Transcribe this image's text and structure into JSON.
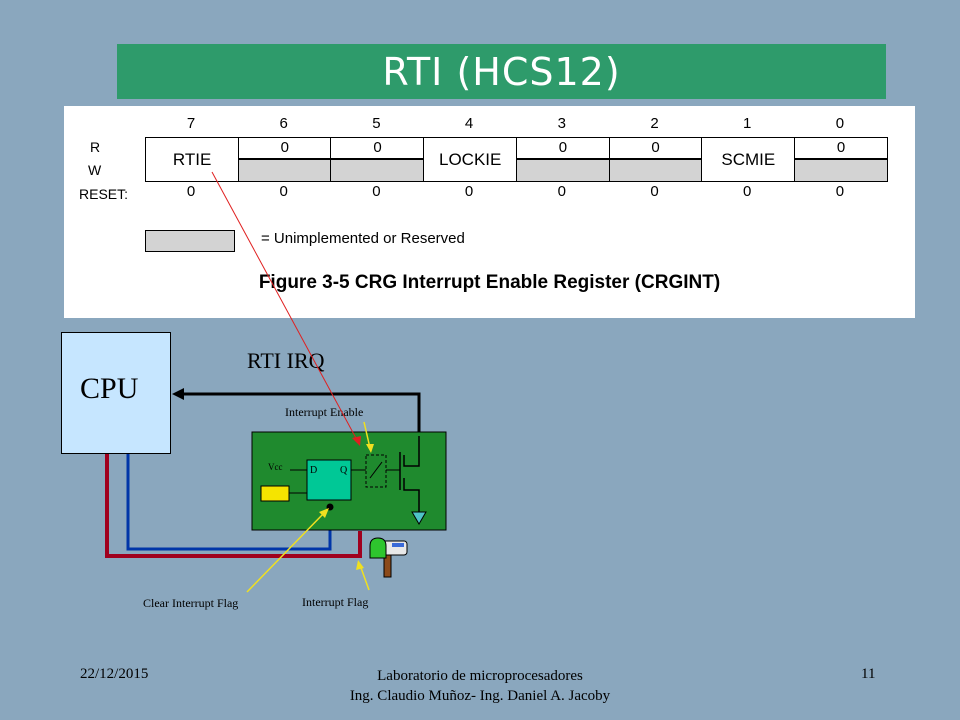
{
  "title": "RTI (HCS12)",
  "register": {
    "bit_numbers": [
      "7",
      "6",
      "5",
      "4",
      "3",
      "2",
      "1",
      "0"
    ],
    "row_labels": {
      "read": "R",
      "write": "W",
      "reset": "RESET:"
    },
    "bits": [
      {
        "name": "RTIE",
        "implemented": true,
        "read_value": ""
      },
      {
        "name": "",
        "implemented": false,
        "read_value": "0"
      },
      {
        "name": "",
        "implemented": false,
        "read_value": "0"
      },
      {
        "name": "LOCKIE",
        "implemented": true,
        "read_value": ""
      },
      {
        "name": "",
        "implemented": false,
        "read_value": "0"
      },
      {
        "name": "",
        "implemented": false,
        "read_value": "0"
      },
      {
        "name": "SCMIE",
        "implemented": true,
        "read_value": ""
      },
      {
        "name": "",
        "implemented": false,
        "read_value": "0"
      }
    ],
    "reset_values": [
      "0",
      "0",
      "0",
      "0",
      "0",
      "0",
      "0",
      "0"
    ],
    "legend_text": "= Unimplemented or Reserved",
    "caption": "Figure 3-5  CRG Interrupt Enable Register (CRGINT)"
  },
  "diagram": {
    "cpu_label": "CPU",
    "irq_label": "RTI  IRQ",
    "interrupt_enable_label": "Interrupt Enable",
    "clear_flag_label": "Clear Interrupt Flag",
    "interrupt_flag_label": "Interrupt Flag",
    "vcc_label": "Vcc",
    "ff_d_label": "D",
    "ff_q_label": "Q"
  },
  "colors": {
    "background": "#8aa7be",
    "title_bar": "#2e9b6b",
    "circuit_board": "#1f8a2e",
    "flipflop": "#00c896",
    "cpu_box": "#c6e6ff",
    "wire_red": "#a0001e",
    "wire_blue": "#0035a8",
    "pointer_red": "#e02020",
    "pointer_yellow": "#f0e020"
  },
  "footer": {
    "date": "22/12/2015",
    "course_line1": "Laboratorio de microprocesadores",
    "course_line2": "Ing. Claudio Muñoz- Ing. Daniel A. Jacoby",
    "page_number": "11"
  }
}
